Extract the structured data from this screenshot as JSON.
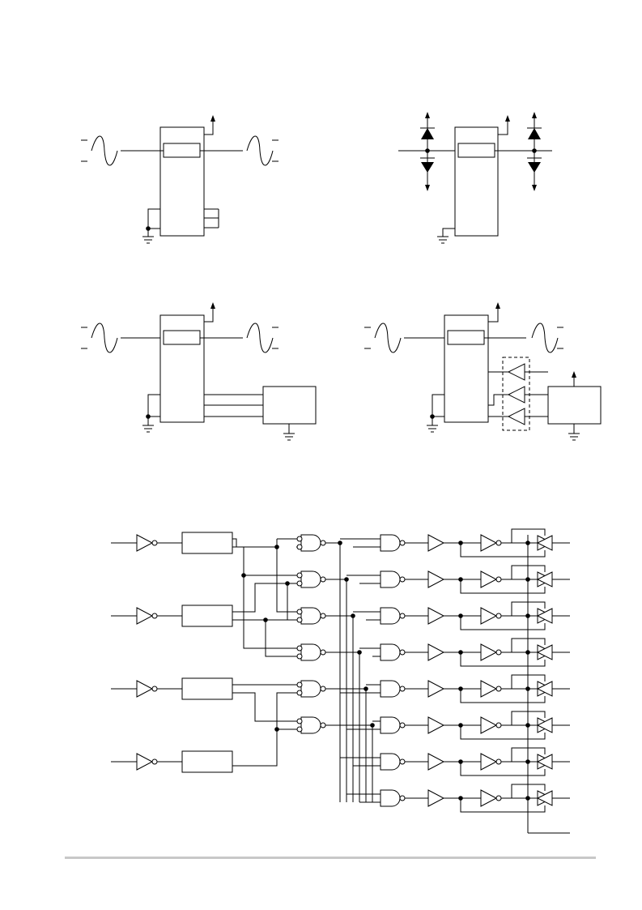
{
  "diagram": {
    "panels": [
      {
        "name": "panel-top-left"
      },
      {
        "name": "panel-top-right"
      },
      {
        "name": "panel-mid-left"
      },
      {
        "name": "panel-mid-right"
      }
    ],
    "logic_diagram": {
      "inputs": 4,
      "nand_stage_1": 6,
      "nand_stage_2": 8,
      "outputs": 8
    }
  },
  "colors": {
    "line": "#000000",
    "background": "#ffffff",
    "rule": "#c8c8c8"
  },
  "text": {}
}
